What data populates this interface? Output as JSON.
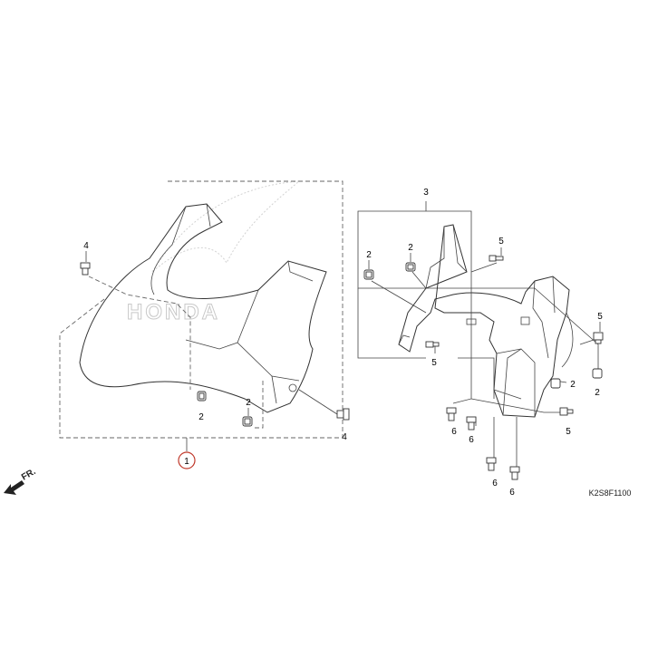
{
  "diagram": {
    "callouts": {
      "c1": "1",
      "c2a": "2",
      "c2b": "2",
      "c2c": "2",
      "c2d": "2",
      "c2e": "2",
      "c2f": "2",
      "c3": "3",
      "c4a": "4",
      "c4b": "4",
      "c5a": "5",
      "c5b": "5",
      "c5c": "5",
      "c5d": "5",
      "c6a": "6",
      "c6b": "6",
      "c6c": "6",
      "c6d": "6"
    },
    "front_label": "FR.",
    "diagram_code": "K2S8F1100",
    "watermark": "HONDA",
    "highlight_color": "#c0392b"
  }
}
